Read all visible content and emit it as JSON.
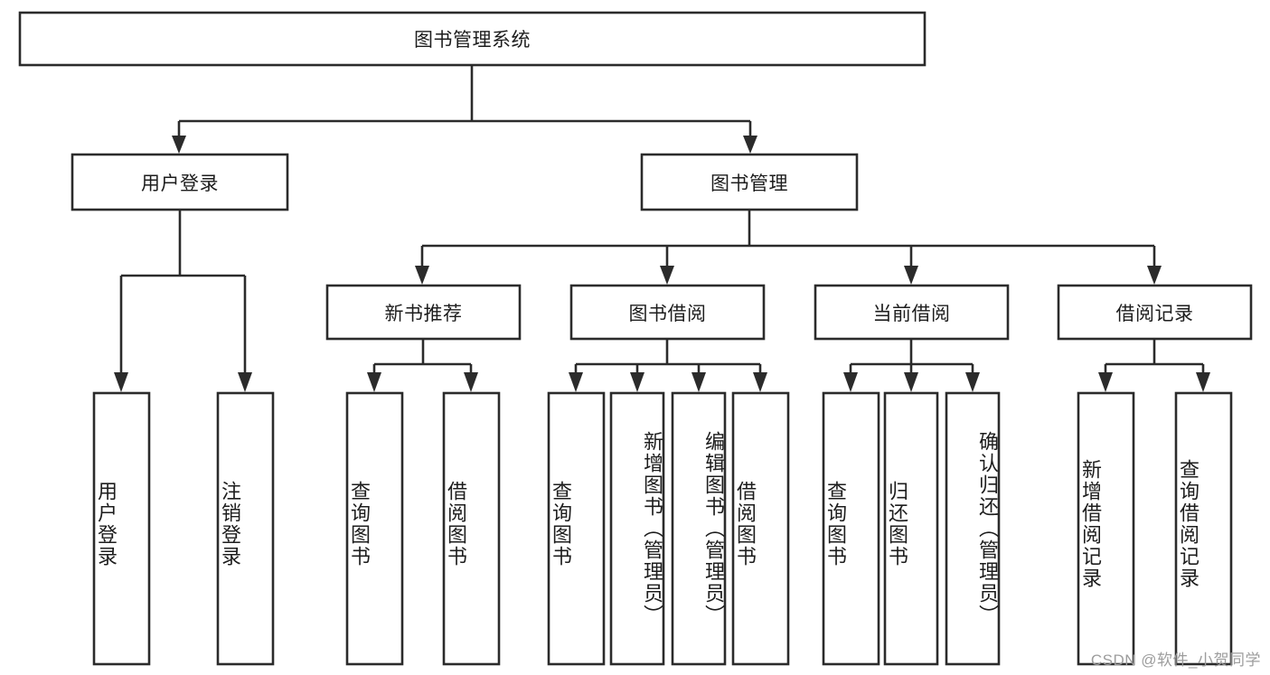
{
  "diagram": {
    "type": "tree-hierarchy",
    "title": "图书管理系统",
    "colors": {
      "box_stroke": "#2b2b2b",
      "box_fill": "#ffffff",
      "connector": "#2b2b2b",
      "text": "#1d1d1d",
      "watermark": "#9d9d9d",
      "background": "#ffffff"
    },
    "root": {
      "label": "图书管理系统"
    },
    "level2": [
      {
        "label": "用户登录"
      },
      {
        "label": "图书管理"
      }
    ],
    "level3": [
      {
        "label": "新书推荐"
      },
      {
        "label": "图书借阅"
      },
      {
        "label": "当前借阅"
      },
      {
        "label": "借阅记录"
      }
    ],
    "leaves": {
      "user_login": [
        {
          "label": "用户登录"
        },
        {
          "label": "注销登录"
        }
      ],
      "new_book_recommend": [
        {
          "label": "查询图书"
        },
        {
          "label": "借阅图书"
        }
      ],
      "book_borrow": [
        {
          "label": "查询图书"
        },
        {
          "label": "新增图书（管理员）"
        },
        {
          "label": "编辑图书（管理员）"
        },
        {
          "label": "借阅图书"
        }
      ],
      "current_borrow": [
        {
          "label": "查询图书"
        },
        {
          "label": "归还图书"
        },
        {
          "label": "确认归还（管理员）"
        }
      ],
      "borrow_record": [
        {
          "label": "新增借阅记录"
        },
        {
          "label": "查询借阅记录"
        }
      ]
    }
  },
  "watermark": {
    "text": "CSDN @软件_小贺同学"
  }
}
